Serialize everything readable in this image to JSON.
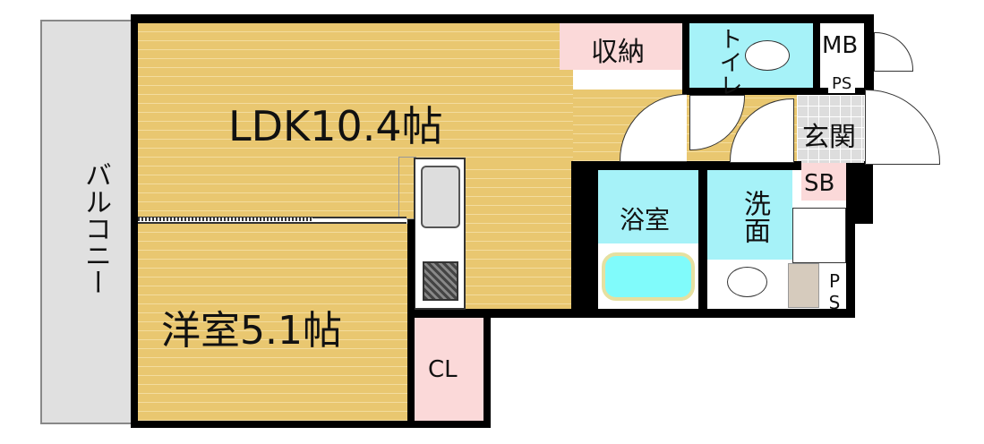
{
  "rooms": {
    "balcony": "バルコニー",
    "ldk": "LDK10.4帖",
    "western": "洋室5.1帖",
    "storage": "収納",
    "toilet": "トイレ",
    "mb": "MB",
    "ps_top": "PS",
    "entrance": "玄関",
    "sb": "SB",
    "bath": "浴室",
    "washroom": "洗面",
    "ps_right": "PS",
    "closet": "CL"
  },
  "colors": {
    "wood": "#e9c770",
    "pink": "#fbd9d9",
    "cyan": "#a6f2f8",
    "balcony": "#e0e0e0",
    "wall": "#000000"
  }
}
